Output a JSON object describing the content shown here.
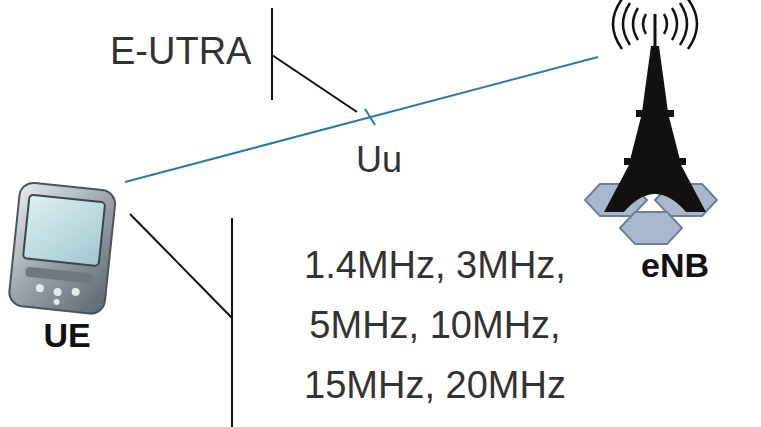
{
  "diagram": {
    "nodes": [
      {
        "text": [
          "UE"
        ]
      },
      {
        "text": [
          "eNB"
        ]
      }
    ],
    "edges": [
      {
        "from": 0,
        "to": 1,
        "arrow": "none",
        "label": "Uu"
      }
    ],
    "labels": [
      "E-UTRA",
      "1.4MHz, 3MHz, 5MHz, 10MHz, 15MHz, 20MHz"
    ]
  }
}
